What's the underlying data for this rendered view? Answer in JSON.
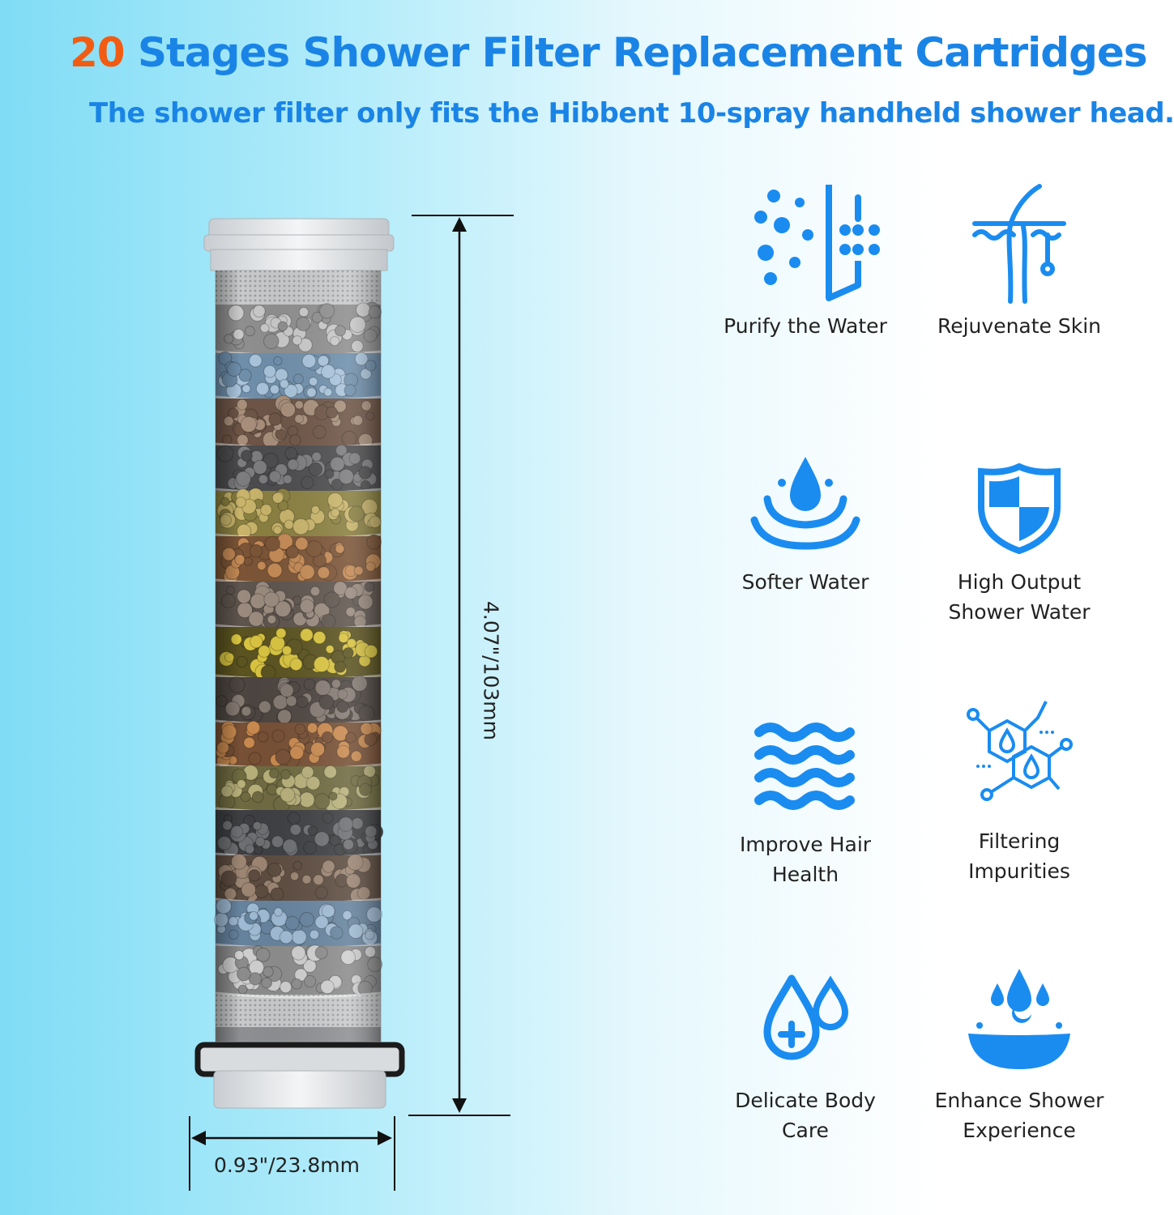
{
  "header": {
    "title_number": "20",
    "title_rest": "Stages Shower Filter Replacement Cartridges",
    "subtitle": "The shower filter only fits the Hibbent 10-spray handheld shower head."
  },
  "dimensions": {
    "height": "4.07\"/103mm",
    "width": "0.93\"/23.8mm"
  },
  "features": [
    {
      "label": "Purify the Water",
      "icon": "purify-water-icon"
    },
    {
      "label": "Rejuvenate Skin",
      "icon": "skin-icon"
    },
    {
      "label": "Softer Water",
      "icon": "water-drop-splash-icon"
    },
    {
      "label": "High Output Shower Water",
      "icon": "shield-icon"
    },
    {
      "label": "Improve Hair Health",
      "icon": "waves-icon"
    },
    {
      "label": "Filtering Impurities",
      "icon": "molecule-icon"
    },
    {
      "label": "Delicate Body Care",
      "icon": "drops-plus-icon"
    },
    {
      "label": "Enhance Shower Experience",
      "icon": "drops-moon-icon"
    }
  ],
  "colors": {
    "accent_blue": "#1a84e6",
    "accent_orange": "#f25c12",
    "icon_blue": "#1a8cf0"
  }
}
